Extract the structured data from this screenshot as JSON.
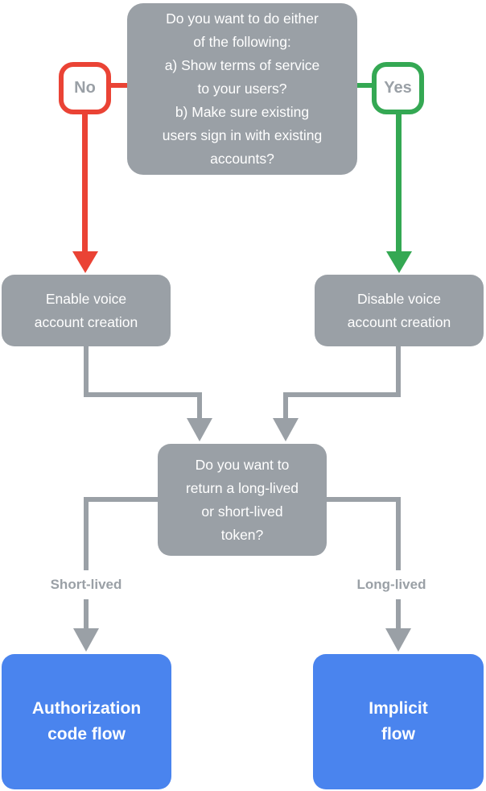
{
  "diagram": {
    "title": "Voice account linking decision flowchart",
    "colors": {
      "box_gray": "#9AA0A6",
      "box_blue": "#4A84EE",
      "no_red": "#EA4335",
      "yes_green": "#34A853",
      "label_text_gray": "#9AA0A6",
      "box_text_white": "#ffffff",
      "background": "#ffffff"
    },
    "nodes": {
      "question1": "Do you want to do either\nof the following:\na) Show terms of service\nto your users?\nb) Make sure existing\nusers sign in with existing\naccounts?",
      "no_label": "No",
      "yes_label": "Yes",
      "enable_voice": "Enable voice\naccount creation",
      "disable_voice": "Disable voice\naccount creation",
      "question2": "Do you want to\nreturn a long-lived\nor short-lived\ntoken?",
      "short_lived_label": "Short-lived",
      "long_lived_label": "Long-lived",
      "authorization_flow": "Authorization\ncode flow",
      "implicit_flow": "Implicit\nflow"
    },
    "edges": [
      {
        "from": "question1",
        "to": "enable_voice",
        "label": "No",
        "color": "#EA4335"
      },
      {
        "from": "question1",
        "to": "disable_voice",
        "label": "Yes",
        "color": "#34A853"
      },
      {
        "from": "enable_voice",
        "to": "question2",
        "color": "#9AA0A6"
      },
      {
        "from": "disable_voice",
        "to": "question2",
        "color": "#9AA0A6"
      },
      {
        "from": "question2",
        "to": "authorization_flow",
        "label": "Short-lived",
        "color": "#9AA0A6"
      },
      {
        "from": "question2",
        "to": "implicit_flow",
        "label": "Long-lived",
        "color": "#9AA0A6"
      }
    ]
  }
}
